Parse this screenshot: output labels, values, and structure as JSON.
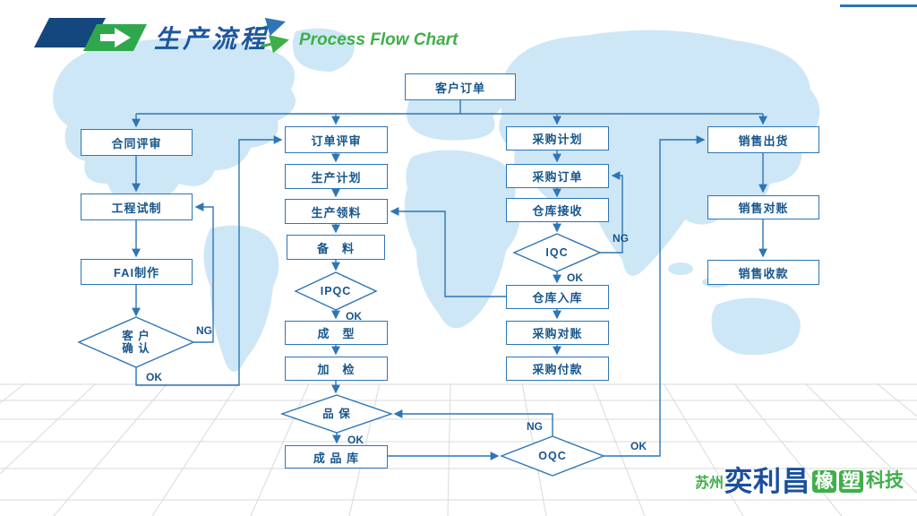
{
  "header": {
    "title_cn": "生产流程",
    "title_en": "Process Flow Chart"
  },
  "labels": {
    "ok": "OK",
    "ng": "NG"
  },
  "nodes": {
    "customer_order": "客户订单",
    "contract_review": "合同评审",
    "engineering_trial": "工程试制",
    "fai_make": "FAI制作",
    "customer_confirm_l1": "客 户",
    "customer_confirm_l2": "确 认",
    "order_review": "订单评审",
    "production_plan": "生产计划",
    "production_picking": "生产领料",
    "material_prep": "备　料",
    "ipqc": "IPQC",
    "molding": "成　型",
    "process_inspection": "加　检",
    "quality_assurance": "品 保",
    "finished_goods_store": "成 品 库",
    "oqc": "OQC",
    "purchase_plan": "采购计划",
    "purchase_order": "采购订单",
    "warehouse_receiving": "仓库接收",
    "iqc": "IQC",
    "warehouse_storage": "仓库入库",
    "purchase_reconciliation": "采购对账",
    "purchase_payment": "采购付款",
    "sales_shipment": "销售出货",
    "sales_reconciliation": "销售对账",
    "sales_collection": "销售收款"
  },
  "edges": [
    {
      "from": "customer_order",
      "to": "contract_review"
    },
    {
      "from": "customer_order",
      "to": "order_review"
    },
    {
      "from": "customer_order",
      "to": "purchase_plan"
    },
    {
      "from": "customer_order",
      "to": "sales_shipment"
    },
    {
      "from": "contract_review",
      "to": "engineering_trial"
    },
    {
      "from": "engineering_trial",
      "to": "fai_make"
    },
    {
      "from": "fai_make",
      "to": "customer_confirm"
    },
    {
      "from": "customer_confirm",
      "to": "engineering_trial",
      "label": "NG"
    },
    {
      "from": "customer_confirm",
      "to": "order_review",
      "label": "OK"
    },
    {
      "from": "order_review",
      "to": "production_plan"
    },
    {
      "from": "production_plan",
      "to": "production_picking"
    },
    {
      "from": "production_picking",
      "to": "material_prep"
    },
    {
      "from": "material_prep",
      "to": "ipqc"
    },
    {
      "from": "ipqc",
      "to": "molding",
      "label": "OK"
    },
    {
      "from": "molding",
      "to": "process_inspection"
    },
    {
      "from": "process_inspection",
      "to": "quality_assurance"
    },
    {
      "from": "quality_assurance",
      "to": "finished_goods_store",
      "label": "OK"
    },
    {
      "from": "finished_goods_store",
      "to": "oqc"
    },
    {
      "from": "oqc",
      "to": "quality_assurance",
      "label": "NG"
    },
    {
      "from": "oqc",
      "to": "sales_shipment",
      "label": "OK"
    },
    {
      "from": "purchase_plan",
      "to": "purchase_order"
    },
    {
      "from": "purchase_order",
      "to": "warehouse_receiving"
    },
    {
      "from": "warehouse_receiving",
      "to": "iqc"
    },
    {
      "from": "iqc",
      "to": "purchase_order",
      "label": "NG"
    },
    {
      "from": "iqc",
      "to": "warehouse_storage",
      "label": "OK"
    },
    {
      "from": "warehouse_storage",
      "to": "purchase_reconciliation"
    },
    {
      "from": "purchase_reconciliation",
      "to": "purchase_payment"
    },
    {
      "from": "warehouse_storage",
      "to": "production_picking"
    },
    {
      "from": "sales_shipment",
      "to": "sales_reconciliation"
    },
    {
      "from": "sales_reconciliation",
      "to": "sales_collection"
    }
  ],
  "logo": {
    "prefix": "苏州",
    "name": "奕利昌",
    "block1": "橡",
    "block2": "塑",
    "suffix": "科技"
  },
  "colors": {
    "line": "#2e75b6",
    "box_text": "#17568c",
    "map": "#cde7f6",
    "green": "#3faf49",
    "navy": "#1b4f9c"
  }
}
